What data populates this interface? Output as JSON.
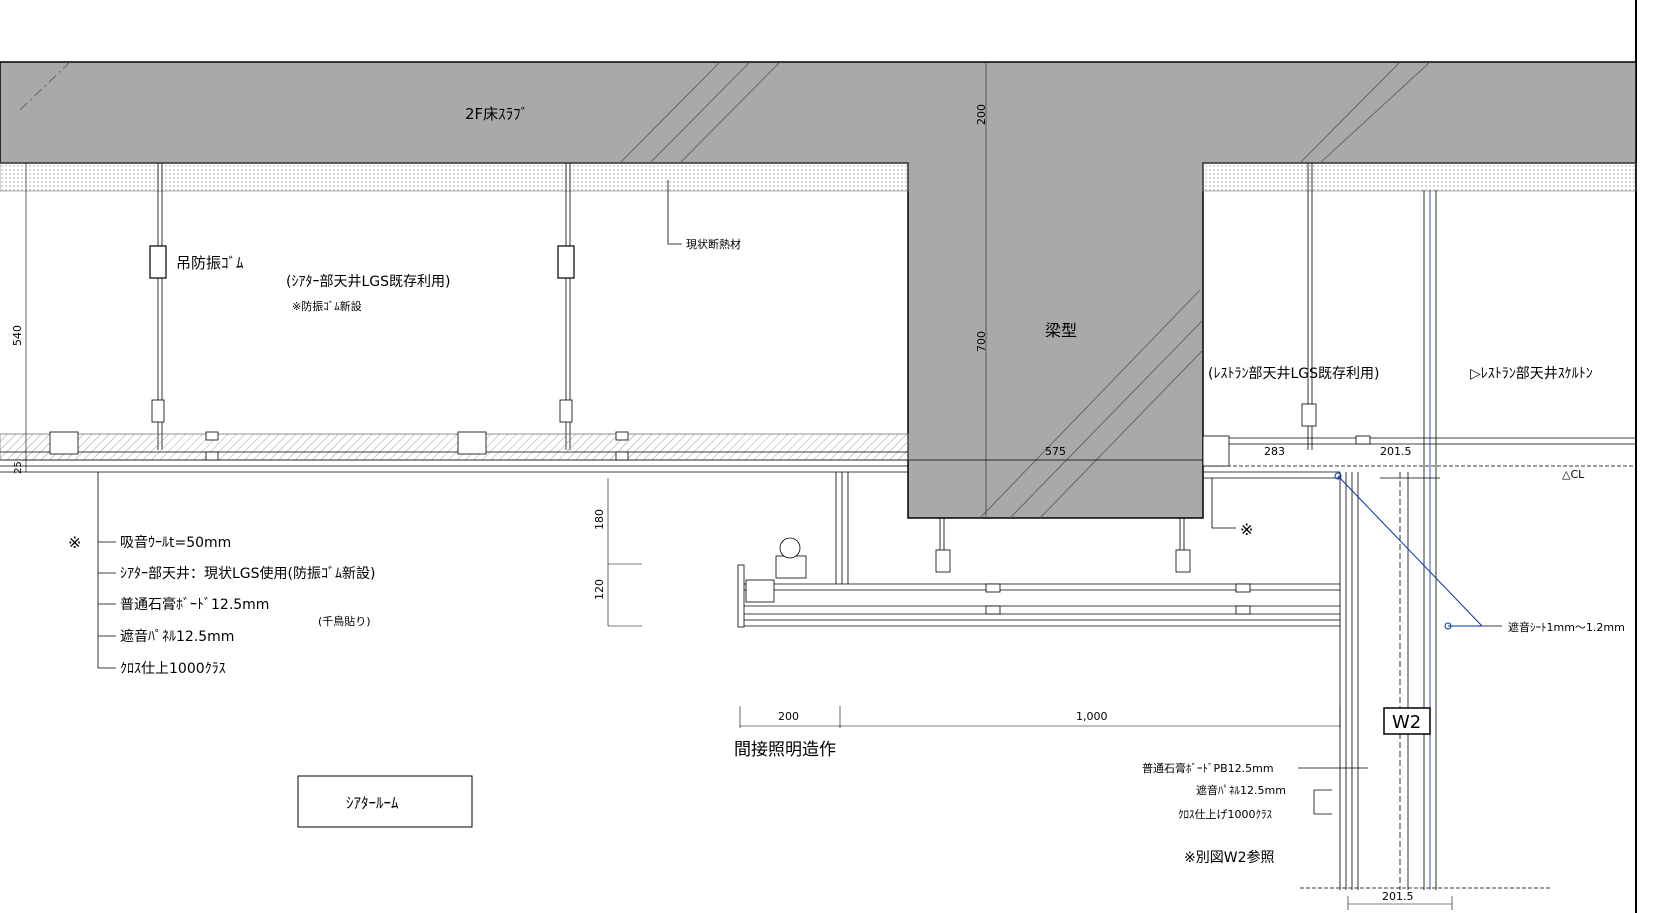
{
  "slab": {
    "label": "2F床ｽﾗﾌﾞ",
    "thickness": "200"
  },
  "beam": {
    "label": "梁型",
    "depth": "700",
    "width": "575"
  },
  "insulation": {
    "label": "現状断熱材"
  },
  "theater": {
    "hanger_rubber": "吊防振ｺﾞﾑ",
    "ceiling_note": "(ｼｱﾀｰ部天井LGS既存利用)",
    "rubber_note": "※防振ｺﾞﾑ新設",
    "ceiling_height": "540",
    "board_thickness": "25",
    "room_name": "ｼｱﾀｰﾙｰﾑ"
  },
  "theater_layers": {
    "marker": "※",
    "items": [
      "吸音ｳｰﾙt=50mm",
      "ｼｱﾀｰ部天井：現状LGS使用(防振ｺﾞﾑ新設)",
      "普通石膏ﾎﾞｰﾄﾞ12.5mm",
      "遮音ﾊﾟﾈﾙ12.5mm",
      "ｸﾛｽ仕上1000ｸﾗｽ"
    ],
    "staggered_note": "(千鳥貼り)"
  },
  "cove": {
    "dim_180": "180",
    "dim_120": "120",
    "dim_200": "200",
    "dim_1000": "1,000",
    "label": "間接照明造作"
  },
  "restaurant": {
    "ceiling_note": "(ﾚｽﾄﾗﾝ部天井LGS既存利用)",
    "skeleton_note": "▷ﾚｽﾄﾗﾝ部天井ｽｹﾙﾄﾝ",
    "dim_283": "283",
    "dim_2015_top": "201.5",
    "dim_2015_bottom": "201.5",
    "cl": "△CL",
    "marker": "※"
  },
  "wall": {
    "tag": "W2",
    "sheet_note": "遮音ｼｰﾄ1mm～1.2mm",
    "layers": [
      "普通石膏ﾎﾞｰﾄﾞPB12.5mm",
      "遮音ﾊﾟﾈﾙ12.5mm",
      "ｸﾛｽ仕上げ1000ｸﾗｽ"
    ],
    "reference": "※別図W2参照"
  }
}
